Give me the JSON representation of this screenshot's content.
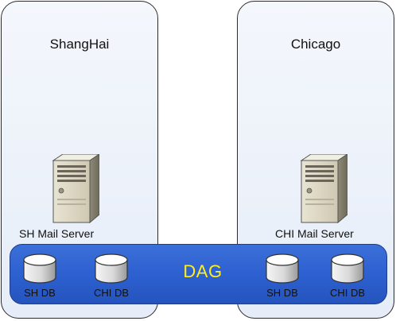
{
  "sites": {
    "shanghai": {
      "name": "ShangHai",
      "server_label": "SH Mail Server"
    },
    "chicago": {
      "name": "Chicago",
      "server_label": "CHI Mail Server"
    }
  },
  "dag": {
    "label": "DAG",
    "databases": [
      {
        "label": "SH DB"
      },
      {
        "label": "CHI DB"
      },
      {
        "label": "SH DB"
      },
      {
        "label": "CHI DB"
      }
    ]
  },
  "colors": {
    "dag_fill": "#2c5fcf",
    "dag_label": "#ffef1a",
    "site_fill": "#eaf0f9"
  },
  "icons": {
    "server": "server-tower-icon",
    "database": "database-cylinder-icon"
  }
}
